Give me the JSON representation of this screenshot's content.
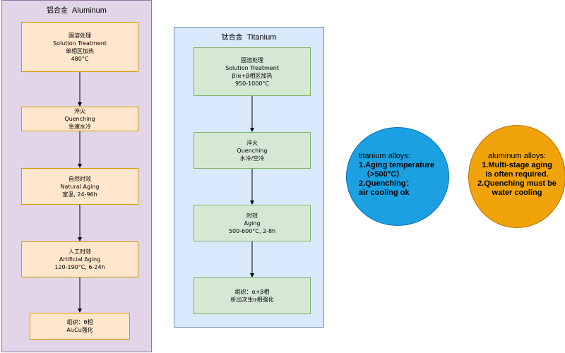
{
  "aluminum_lane": {
    "title_zh": "铝合金",
    "title_en": "Aluminum",
    "steps": [
      {
        "lines": [
          "固溶处理",
          "Solution Treatment",
          "单相区加热",
          "480°C"
        ]
      },
      {
        "lines": [
          "淬火",
          "Quenching",
          "急速水冷"
        ]
      },
      {
        "lines": [
          "自然时效",
          "Natural Aging",
          "室温, 24-96h"
        ]
      },
      {
        "lines": [
          "人工时效",
          "Artificial Aging",
          "120-190°C, 6-24h"
        ]
      },
      {
        "lines": [
          "组织：θ相",
          "Al₂Cu强化"
        ]
      }
    ]
  },
  "titanium_lane": {
    "title_zh": "钛合金",
    "title_en": "Titanium",
    "steps": [
      {
        "lines": [
          "固溶处理",
          "Solution Treatment",
          "β/α+β相区加热",
          "950-1000°C"
        ]
      },
      {
        "lines": [
          "淬火",
          "Quenching",
          "水冷/空冷"
        ]
      },
      {
        "lines": [
          "时效",
          "Aging",
          "500-600°C, 2-8h"
        ]
      },
      {
        "lines": [
          "组织：α+β相",
          "析出次生α相强化"
        ]
      }
    ]
  },
  "notes": {
    "titanium": {
      "heading": "titanium alloys:",
      "lines": [
        "1.Aging temperature",
        "（>500°C）",
        "2.Quenching：",
        "air cooling ok"
      ],
      "color": "#1ba1e2"
    },
    "aluminum": {
      "heading": "aluminum alloys:",
      "lines": [
        "1.Multi-stage aging",
        "is often required.",
        "2.Quenching must be",
        "water cooling"
      ],
      "color": "#f0a30a"
    }
  },
  "colors": {
    "aluminum_lane_fill": "#e1d5e7",
    "titanium_lane_fill": "#dae8fc",
    "aluminum_step_fill": "#ffe6cc",
    "titanium_step_fill": "#d5e8d4"
  }
}
